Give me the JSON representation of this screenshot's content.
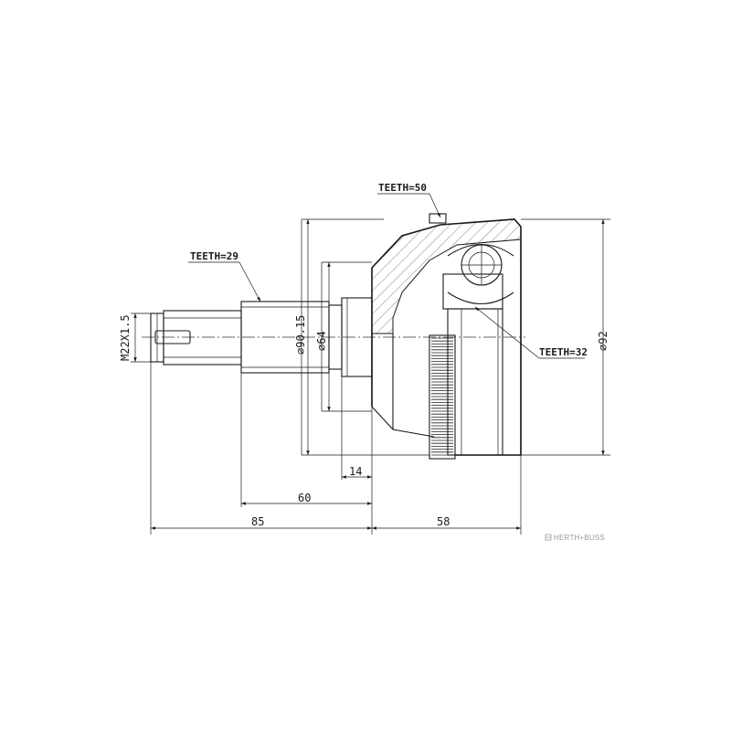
{
  "notes": {
    "teeth_outer": "TEETH=50",
    "teeth_shaft": "TEETH=29",
    "teeth_inner": "TEETH=32"
  },
  "dimensions": {
    "thread": "M22X1.5",
    "dia_shaft_seat": "⌀90.15",
    "dia_inner": "⌀64",
    "dia_outer": "⌀92",
    "len_14": "14",
    "len_60": "60",
    "len_85": "85",
    "len_58": "58"
  },
  "brand": {
    "logo": "HERTH+BUSS",
    "icon": "herth-buss-logo-icon"
  }
}
